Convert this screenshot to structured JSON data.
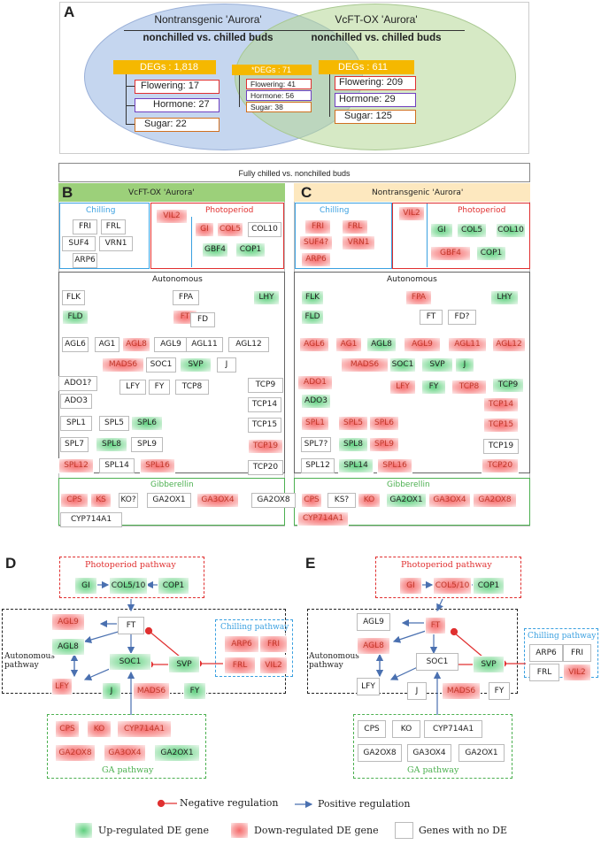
{
  "panelA": {
    "letter": "A",
    "left_title": "Nontransgenic 'Aurora'",
    "left_sub": "nonchilled vs. chilled buds",
    "right_title": "VcFT-OX 'Aurora'",
    "right_sub": "nonchilled vs. chilled buds",
    "left_degs": "DEGs : 1,818",
    "left_flowering": "Flowering: 17",
    "left_hormone": "Hormone: 27",
    "left_sugar": "Sugar: 22",
    "mid_degs": "*DEGs : 71",
    "mid_flowering": "Flowering: 41",
    "mid_hormone": "Hormone: 56",
    "mid_sugar": "Sugar: 38",
    "right_degs": "DEGs : 611",
    "right_flowering": "Flowering: 209",
    "right_hormone": "Hormone: 29",
    "right_sugar": "Sugar: 125"
  },
  "banner": "Fully chilled vs. nonchilled buds",
  "panelB": {
    "letter": "B",
    "title": "VcFT-OX 'Aurora'",
    "chilling": "Chilling",
    "photoperiod": "Photoperiod",
    "autonomous": "Autonomous",
    "gibberellin": "Gibberellin"
  },
  "panelC": {
    "letter": "C",
    "title": "Nontransgenic 'Aurora'",
    "chilling": "Chilling",
    "photoperiod": "Photoperiod",
    "autonomous": "Autonomous",
    "gibberellin": "Gibberellin"
  },
  "genesB": [
    [
      "FRI",
      ""
    ],
    [
      "FRL",
      ""
    ],
    [
      "SUF4",
      ""
    ],
    [
      "VRN1",
      ""
    ],
    [
      "ARP6",
      ""
    ],
    [
      "VIL2",
      "down"
    ],
    [
      "GI",
      "down"
    ],
    [
      "COL5",
      "down"
    ],
    [
      "COL10",
      ""
    ],
    [
      "GBF4",
      "up"
    ],
    [
      "COP1",
      "up"
    ],
    [
      "FLK",
      ""
    ],
    [
      "FPA",
      ""
    ],
    [
      "LHY",
      "up"
    ],
    [
      "FLD",
      "up"
    ],
    [
      "FT",
      "down"
    ],
    [
      "FD",
      ""
    ],
    [
      "AGL6",
      ""
    ],
    [
      "AG1",
      ""
    ],
    [
      "AGL8",
      "down"
    ],
    [
      "AGL9",
      ""
    ],
    [
      "AGL11",
      ""
    ],
    [
      "AGL12",
      ""
    ],
    [
      "MADS6",
      "down"
    ],
    [
      "SOC1",
      ""
    ],
    [
      "SVP",
      "up"
    ],
    [
      "J",
      ""
    ],
    [
      "ADO1?",
      ""
    ],
    [
      "LFY",
      ""
    ],
    [
      "FY",
      ""
    ],
    [
      "TCP8",
      ""
    ],
    [
      "TCP9",
      ""
    ],
    [
      "ADO3",
      ""
    ],
    [
      "TCP14",
      ""
    ],
    [
      "SPL1",
      ""
    ],
    [
      "SPL5",
      ""
    ],
    [
      "SPL6",
      "up"
    ],
    [
      "TCP15",
      ""
    ],
    [
      "SPL7",
      ""
    ],
    [
      "SPL8",
      "up"
    ],
    [
      "SPL9",
      ""
    ],
    [
      "TCP19",
      "down"
    ],
    [
      "SPL12",
      "down"
    ],
    [
      "SPL14",
      ""
    ],
    [
      "SPL16",
      "down"
    ],
    [
      "TCP20",
      ""
    ],
    [
      "CPS",
      "down"
    ],
    [
      "KS",
      "down"
    ],
    [
      "KO?",
      ""
    ],
    [
      "GA2OX1",
      ""
    ],
    [
      "GA3OX4",
      "down"
    ],
    [
      "GA2OX8",
      ""
    ],
    [
      "CYP714A1",
      ""
    ]
  ],
  "genesC": [
    [
      "FRI",
      "down"
    ],
    [
      "FRL",
      "down"
    ],
    [
      "SUF4?",
      "down"
    ],
    [
      "VRN1",
      "down"
    ],
    [
      "ARP6",
      "down"
    ],
    [
      "VIL2",
      "down"
    ],
    [
      "GI",
      "up"
    ],
    [
      "COL5",
      "up"
    ],
    [
      "COL10",
      "up"
    ],
    [
      "GBF4",
      "down"
    ],
    [
      "COP1",
      "up"
    ],
    [
      "FLK",
      "up"
    ],
    [
      "FPA",
      "down"
    ],
    [
      "LHY",
      "up"
    ],
    [
      "FLD",
      "up"
    ],
    [
      "FT",
      ""
    ],
    [
      "FD?",
      ""
    ],
    [
      "AGL6",
      "down"
    ],
    [
      "AG1",
      "down"
    ],
    [
      "AGL8",
      "up"
    ],
    [
      "AGL9",
      "down"
    ],
    [
      "AGL11",
      "down"
    ],
    [
      "AGL12",
      "down"
    ],
    [
      "MADS6",
      "down"
    ],
    [
      "SOC1",
      "up"
    ],
    [
      "SVP",
      "up"
    ],
    [
      "J",
      "up"
    ],
    [
      "ADO1",
      "down"
    ],
    [
      "LFY",
      "down"
    ],
    [
      "FY",
      "up"
    ],
    [
      "TCP8",
      "down"
    ],
    [
      "TCP9",
      "up"
    ],
    [
      "ADO3",
      "up"
    ],
    [
      "TCP14",
      "down"
    ],
    [
      "SPL1",
      "down"
    ],
    [
      "SPL5",
      "down"
    ],
    [
      "SPL6",
      "down"
    ],
    [
      "TCP15",
      "down"
    ],
    [
      "SPL7?",
      ""
    ],
    [
      "SPL8",
      "up"
    ],
    [
      "SPL9",
      "down"
    ],
    [
      "TCP19",
      ""
    ],
    [
      "SPL12",
      ""
    ],
    [
      "SPL14",
      "up"
    ],
    [
      "SPL16",
      "down"
    ],
    [
      "TCP20",
      "down"
    ],
    [
      "CPS",
      "down"
    ],
    [
      "KS?",
      ""
    ],
    [
      "KO",
      "down"
    ],
    [
      "GA2OX1",
      "up"
    ],
    [
      "GA3OX4",
      "down"
    ],
    [
      "GA2OX8",
      "down"
    ],
    [
      "CYP714A1",
      "down"
    ]
  ],
  "panelD": {
    "letter": "D",
    "photoperiod": "Photoperiod pathway",
    "autonomous": "Autonomous\npathway",
    "chilling": "Chilling pathway",
    "ga": "GA pathway",
    "genes": [
      [
        "GI",
        "up"
      ],
      [
        "COL5/10",
        "up"
      ],
      [
        "COP1",
        "up"
      ],
      [
        "AGL9",
        "down"
      ],
      [
        "FT",
        ""
      ],
      [
        "AGL8",
        "up"
      ],
      [
        "SOC1",
        "up"
      ],
      [
        "SVP",
        "up"
      ],
      [
        "LFY",
        "down"
      ],
      [
        "J",
        "up"
      ],
      [
        "MADS6",
        "down"
      ],
      [
        "FY",
        "up"
      ],
      [
        "ARP6",
        "down"
      ],
      [
        "FRI",
        "down"
      ],
      [
        "FRL",
        "down"
      ],
      [
        "VIL2",
        "down"
      ],
      [
        "CPS",
        "down"
      ],
      [
        "KO",
        "down"
      ],
      [
        "CYP714A1",
        "down"
      ],
      [
        "GA2OX8",
        "down"
      ],
      [
        "GA3OX4",
        "down"
      ],
      [
        "GA2OX1",
        "up"
      ]
    ]
  },
  "panelE": {
    "letter": "E",
    "photoperiod": "Photoperiod pathway",
    "autonomous": "Autonomous\npathway",
    "chilling": "Chilling pathway",
    "ga": "GA pathway",
    "genes": [
      [
        "GI",
        "down"
      ],
      [
        "COL5/10",
        "down"
      ],
      [
        "COP1",
        "up"
      ],
      [
        "AGL9",
        ""
      ],
      [
        "FT",
        "down"
      ],
      [
        "AGL8",
        "down"
      ],
      [
        "SOC1",
        ""
      ],
      [
        "SVP",
        "up"
      ],
      [
        "LFY",
        ""
      ],
      [
        "J",
        ""
      ],
      [
        "MADS6",
        "down"
      ],
      [
        "FY",
        ""
      ],
      [
        "ARP6",
        ""
      ],
      [
        "FRI",
        ""
      ],
      [
        "FRL",
        ""
      ],
      [
        "VIL2",
        "down"
      ],
      [
        "CPS",
        ""
      ],
      [
        "KO",
        ""
      ],
      [
        "CYP714A1",
        ""
      ],
      [
        "GA2OX8",
        ""
      ],
      [
        "GA3OX4",
        ""
      ],
      [
        "GA2OX1",
        ""
      ]
    ]
  },
  "legend": {
    "negative": "Negative regulation",
    "positive": "Positive regulation",
    "up": "Up-regulated  DE gene",
    "down": "Down-regulated DE gene",
    "none": "Genes with no DE"
  },
  "colors": {
    "up": "#5fcf7f",
    "down": "#f56b6b",
    "red_box": "#e03030",
    "blue_box": "#3aa0e0",
    "green_box": "#4cb050"
  }
}
